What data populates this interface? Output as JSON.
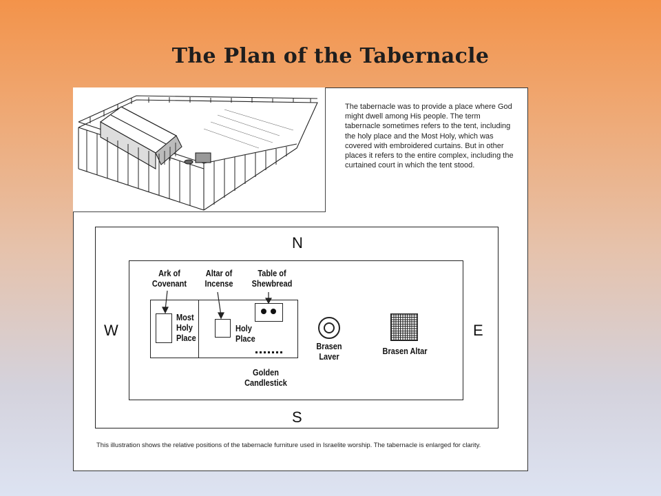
{
  "title": "The Plan of the Tabernacle",
  "description": "The tabernacle was to provide a place where God might dwell among His people. The term tabernacle sometimes refers to the tent, including the holy place and the Most Holy, which was covered with embroidered curtains. But in other places it refers to the entire complex, including the curtained court in which the tent stood.",
  "directions": {
    "north": "N",
    "south": "S",
    "west": "W",
    "east": "E"
  },
  "labels": {
    "ark": [
      "Ark of",
      "Covenant"
    ],
    "altar_incense": [
      "Altar of",
      "Incense"
    ],
    "table_shewbread": [
      "Table of",
      "Shewbread"
    ],
    "most_holy": [
      "Most",
      "Holy",
      "Place"
    ],
    "holy_place": [
      "Holy",
      "Place"
    ],
    "brasen_laver": [
      "Brasen",
      "Laver"
    ],
    "brasen_altar": "Brasen Altar",
    "golden_candlestick": [
      "Golden",
      "Candlestick"
    ]
  },
  "caption": "This illustration shows the relative positions of the tabernacle furniture used in Israelite worship. The tabernacle is enlarged for clarity."
}
